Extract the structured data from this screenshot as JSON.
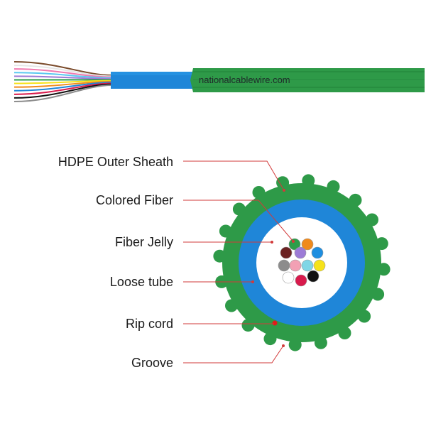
{
  "watermark": "nationalcablewire.com",
  "labels": {
    "outer_sheath": "HDPE Outer Sheath",
    "colored_fiber": "Colored Fiber",
    "fiber_jelly": "Fiber Jelly",
    "loose_tube": "Loose tube",
    "rip_cord": "Rip cord",
    "groove": "Groove"
  },
  "colors": {
    "sheath_green": "#2e9a48",
    "sheath_dark": "#1f6e33",
    "tube_blue": "#1f86d8",
    "leader_red": "#d23a3a",
    "ripcord_red": "#e01b1b"
  },
  "fiber_colors": [
    "#2d9d4a",
    "#f08a1c",
    "#6b2222",
    "#9c7bd6",
    "#1e8ee0",
    "#8c8c8c",
    "#f2a0b4",
    "#7fd6e6",
    "#f6e21a",
    "#ffffff",
    "#d81a4c",
    "#111111"
  ],
  "strand_colors": [
    "#7a4a2a",
    "#e6e6e6",
    "#f07ab0",
    "#5ac8f0",
    "#9c7bd6",
    "#2d9d4a",
    "#f6e21a",
    "#f08a1c",
    "#1e86d8",
    "#d81a4c",
    "#111111",
    "#8c8c8c"
  ]
}
